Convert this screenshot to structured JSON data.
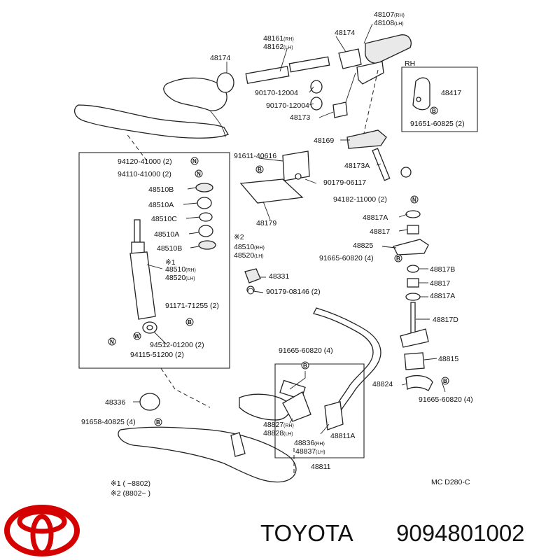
{
  "labels": {
    "p48107": "48107",
    "p48108": "48108",
    "p48161": "48161",
    "p48162": "48162",
    "p48174a": "48174",
    "p48174b": "48174",
    "rh": "RH",
    "p48417": "48417",
    "p91651": "91651-60825 (2)",
    "p90170a": "90170-12004",
    "p90170b": "90170-12004",
    "p48173": "48173",
    "p48169": "48169",
    "p91611": "91611-40616",
    "p48173a": "48173A",
    "p90179a": "90179-06117",
    "p94182": "94182-11000 (2)",
    "p48179": "48179",
    "p48817a1": "48817A",
    "p48817_1": "48817",
    "p48825": "48825",
    "p91665a": "91665-60820 (4)",
    "p48817b": "48817B",
    "p48817_2": "48817",
    "p48817a2": "48817A",
    "p48817d": "48817D",
    "p48815": "48815",
    "p48824": "48824",
    "p91665b": "91665-60820 (4)",
    "p91665c": "91665-60820 (4)",
    "p48331": "48331",
    "p90179b": "90179-08146 (2)",
    "p94120": "94120-41000 (2)",
    "p94110": "94110-41000 (2)",
    "p48510b1": "48510B",
    "p48510a1": "48510A",
    "p48510c": "48510C",
    "p48510a2": "48510A",
    "p48510b2": "48510B",
    "p48510_rh2": "48510",
    "p48520_lh2": "48520",
    "p48510_rh1": "48510",
    "p48520_lh1": "48520",
    "p91171": "91171-71255 (2)",
    "p94512": "94512-01200 (2)",
    "p94115": "94115-51200 (2)",
    "p48336": "48336",
    "p91658": "91658-40825 (4)",
    "p48827": "48827",
    "p48828": "48828",
    "p48836": "48836",
    "p48837": "48837",
    "p48811a": "48811A",
    "p48811": "48811",
    "note1": "※1 (       −8802)",
    "note2": "※2 (8802−          )",
    "mark1": "※1",
    "mark2": "※2",
    "code": "MC D280-C"
  },
  "tags": {
    "rh": "(RH)",
    "lh": "(LH)",
    "N": "N",
    "B": "B",
    "W": "W"
  },
  "footer": {
    "brand": "TOYOTA",
    "part_number": "9094801002",
    "logo_color": "#d50000"
  }
}
